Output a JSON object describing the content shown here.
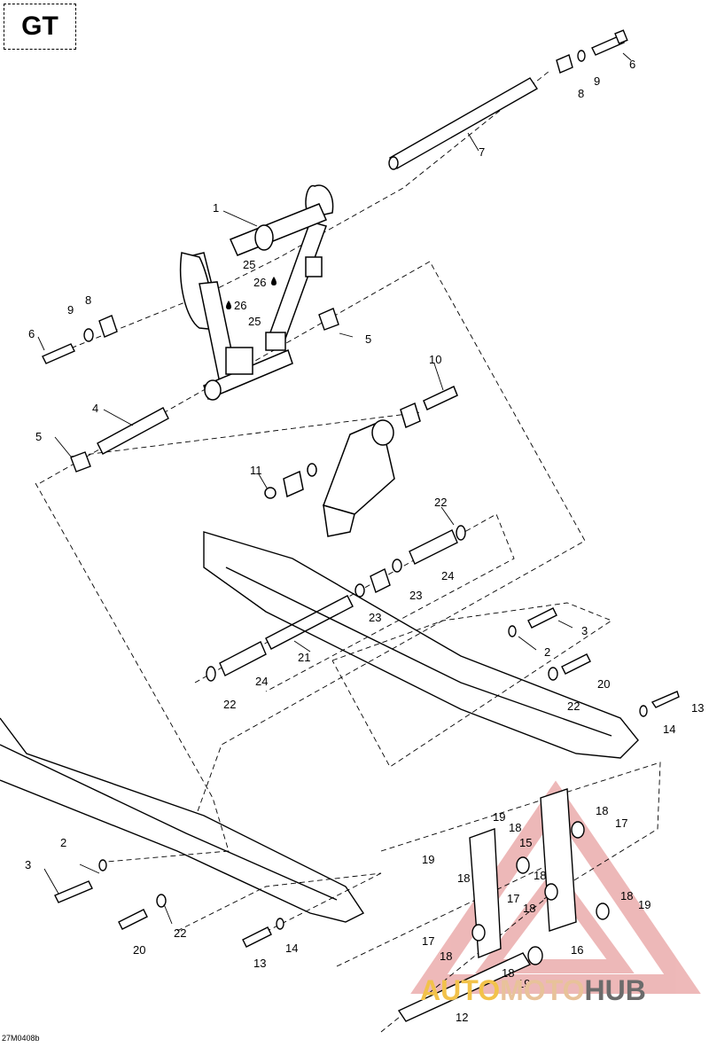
{
  "badge": {
    "text": "GT"
  },
  "diagram_code": "27M0408b",
  "watermark": {
    "part1": "AUTO",
    "part2": "MOTO",
    "part3": "HUB",
    "colors": {
      "part1": "#f2c24a",
      "part2": "#e8c29a",
      "part3": "#6b6b6b",
      "triangle": "#e8a0a0"
    }
  },
  "callouts": {
    "c1": "1",
    "c2a": "2",
    "c2b": "2",
    "c3a": "3",
    "c3b": "3",
    "c4": "4",
    "c5a": "5",
    "c5b": "5",
    "c6a": "6",
    "c6b": "6",
    "c7": "7",
    "c8a": "8",
    "c8b": "8",
    "c9a": "9",
    "c9b": "9",
    "c10": "10",
    "c11": "11",
    "c12": "12",
    "c13a": "13",
    "c13b": "13",
    "c14a": "14",
    "c14b": "14",
    "c15": "15",
    "c16": "16",
    "c17a": "17",
    "c17b": "17",
    "c17c": "17",
    "c18a": "18",
    "c18b": "18",
    "c18c": "18",
    "c18d": "18",
    "c18e": "18",
    "c18f": "18",
    "c18g": "18",
    "c18h": "18",
    "c19a": "19",
    "c19b": "19",
    "c19c": "19",
    "c19d": "19",
    "c20a": "20",
    "c20b": "20",
    "c21": "21",
    "c22a": "22",
    "c22b": "22",
    "c22c": "22",
    "c22d": "22",
    "c23a": "23",
    "c23b": "23",
    "c24a": "24",
    "c24b": "24",
    "c25a": "25",
    "c25b": "25",
    "c26a": "26",
    "c26b": "26"
  }
}
